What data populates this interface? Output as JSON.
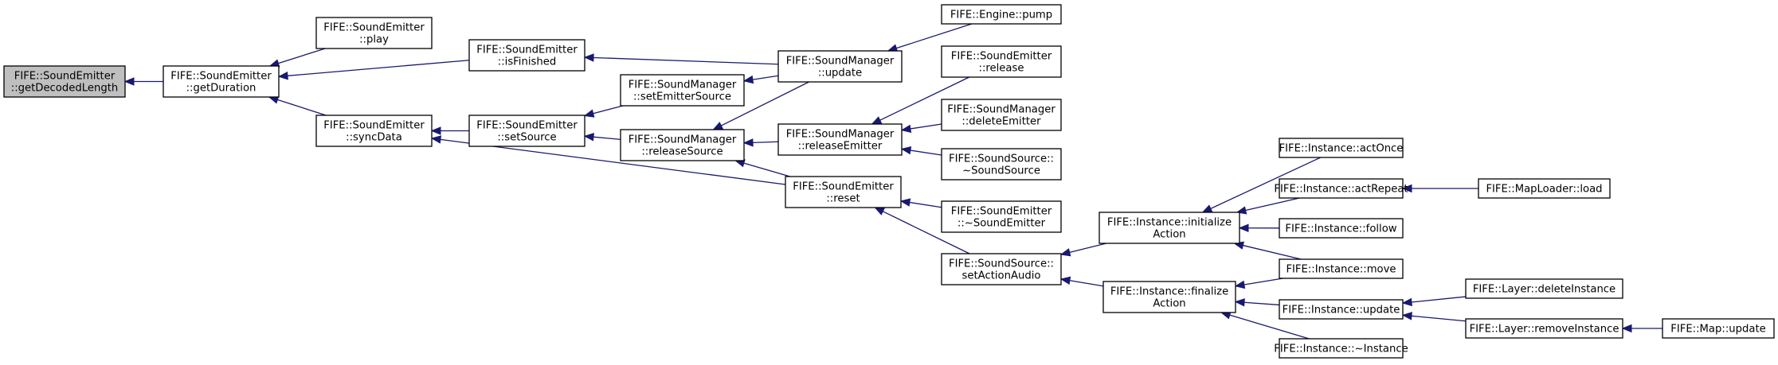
{
  "nodes": [
    {
      "id": "n0",
      "lines": [
        "FIFE::SoundEmitter",
        "::getDecodedLength"
      ],
      "root": true
    },
    {
      "id": "n1",
      "lines": [
        "FIFE::SoundEmitter",
        "::getDuration"
      ]
    },
    {
      "id": "n2",
      "lines": [
        "FIFE::SoundEmitter",
        "::play"
      ]
    },
    {
      "id": "n3",
      "lines": [
        "FIFE::SoundEmitter",
        "::isFinished"
      ]
    },
    {
      "id": "n4",
      "lines": [
        "FIFE::SoundEmitter",
        "::syncData"
      ]
    },
    {
      "id": "n5",
      "lines": [
        "FIFE::SoundEmitter",
        "::setSource"
      ]
    },
    {
      "id": "n6",
      "lines": [
        "FIFE::SoundManager",
        "::setEmitterSource"
      ]
    },
    {
      "id": "n7",
      "lines": [
        "FIFE::SoundManager",
        "::releaseSource"
      ]
    },
    {
      "id": "n8",
      "lines": [
        "FIFE::SoundManager",
        "::update"
      ]
    },
    {
      "id": "n9",
      "lines": [
        "FIFE::Engine::pump"
      ]
    },
    {
      "id": "n10",
      "lines": [
        "FIFE::SoundManager",
        "::releaseEmitter"
      ]
    },
    {
      "id": "n11",
      "lines": [
        "FIFE::SoundEmitter",
        "::release"
      ]
    },
    {
      "id": "n12",
      "lines": [
        "FIFE::SoundManager",
        "::deleteEmitter"
      ]
    },
    {
      "id": "n13",
      "lines": [
        "FIFE::SoundSource::",
        "~SoundSource"
      ]
    },
    {
      "id": "n14",
      "lines": [
        "FIFE::SoundEmitter",
        "::reset"
      ]
    },
    {
      "id": "n15",
      "lines": [
        "FIFE::SoundEmitter",
        "::~SoundEmitter"
      ]
    },
    {
      "id": "n16",
      "lines": [
        "FIFE::SoundSource::",
        "setActionAudio"
      ]
    },
    {
      "id": "n17",
      "lines": [
        "FIFE::Instance::initialize",
        "Action"
      ]
    },
    {
      "id": "n18",
      "lines": [
        "FIFE::Instance::finalize",
        "Action"
      ]
    },
    {
      "id": "n19",
      "lines": [
        "FIFE::Instance::actOnce"
      ]
    },
    {
      "id": "n20",
      "lines": [
        "FIFE::Instance::actRepeat"
      ]
    },
    {
      "id": "n21",
      "lines": [
        "FIFE::MapLoader::load"
      ]
    },
    {
      "id": "n22",
      "lines": [
        "FIFE::Instance::follow"
      ]
    },
    {
      "id": "n23",
      "lines": [
        "FIFE::Instance::move"
      ]
    },
    {
      "id": "n24",
      "lines": [
        "FIFE::Instance::update"
      ]
    },
    {
      "id": "n25",
      "lines": [
        "FIFE::Layer::deleteInstance"
      ]
    },
    {
      "id": "n26",
      "lines": [
        "FIFE::Layer::removeInstance"
      ]
    },
    {
      "id": "n27",
      "lines": [
        "FIFE::Map::update"
      ]
    },
    {
      "id": "n28",
      "lines": [
        "FIFE::Instance::~Instance"
      ]
    }
  ],
  "edges": [
    [
      "n1",
      "n0"
    ],
    [
      "n2",
      "n1"
    ],
    [
      "n3",
      "n1"
    ],
    [
      "n4",
      "n1"
    ],
    [
      "n5",
      "n4"
    ],
    [
      "n14",
      "n4"
    ],
    [
      "n6",
      "n5"
    ],
    [
      "n7",
      "n5"
    ],
    [
      "n8",
      "n3"
    ],
    [
      "n8",
      "n6"
    ],
    [
      "n8",
      "n7"
    ],
    [
      "n9",
      "n8"
    ],
    [
      "n10",
      "n7"
    ],
    [
      "n14",
      "n7"
    ],
    [
      "n11",
      "n10"
    ],
    [
      "n12",
      "n10"
    ],
    [
      "n13",
      "n10"
    ],
    [
      "n15",
      "n14"
    ],
    [
      "n16",
      "n14"
    ],
    [
      "n17",
      "n16"
    ],
    [
      "n18",
      "n16"
    ],
    [
      "n19",
      "n17"
    ],
    [
      "n20",
      "n17"
    ],
    [
      "n22",
      "n17"
    ],
    [
      "n23",
      "n17"
    ],
    [
      "n21",
      "n20"
    ],
    [
      "n23",
      "n18"
    ],
    [
      "n24",
      "n18"
    ],
    [
      "n28",
      "n18"
    ],
    [
      "n25",
      "n24"
    ],
    [
      "n26",
      "n24"
    ],
    [
      "n27",
      "n26"
    ]
  ]
}
